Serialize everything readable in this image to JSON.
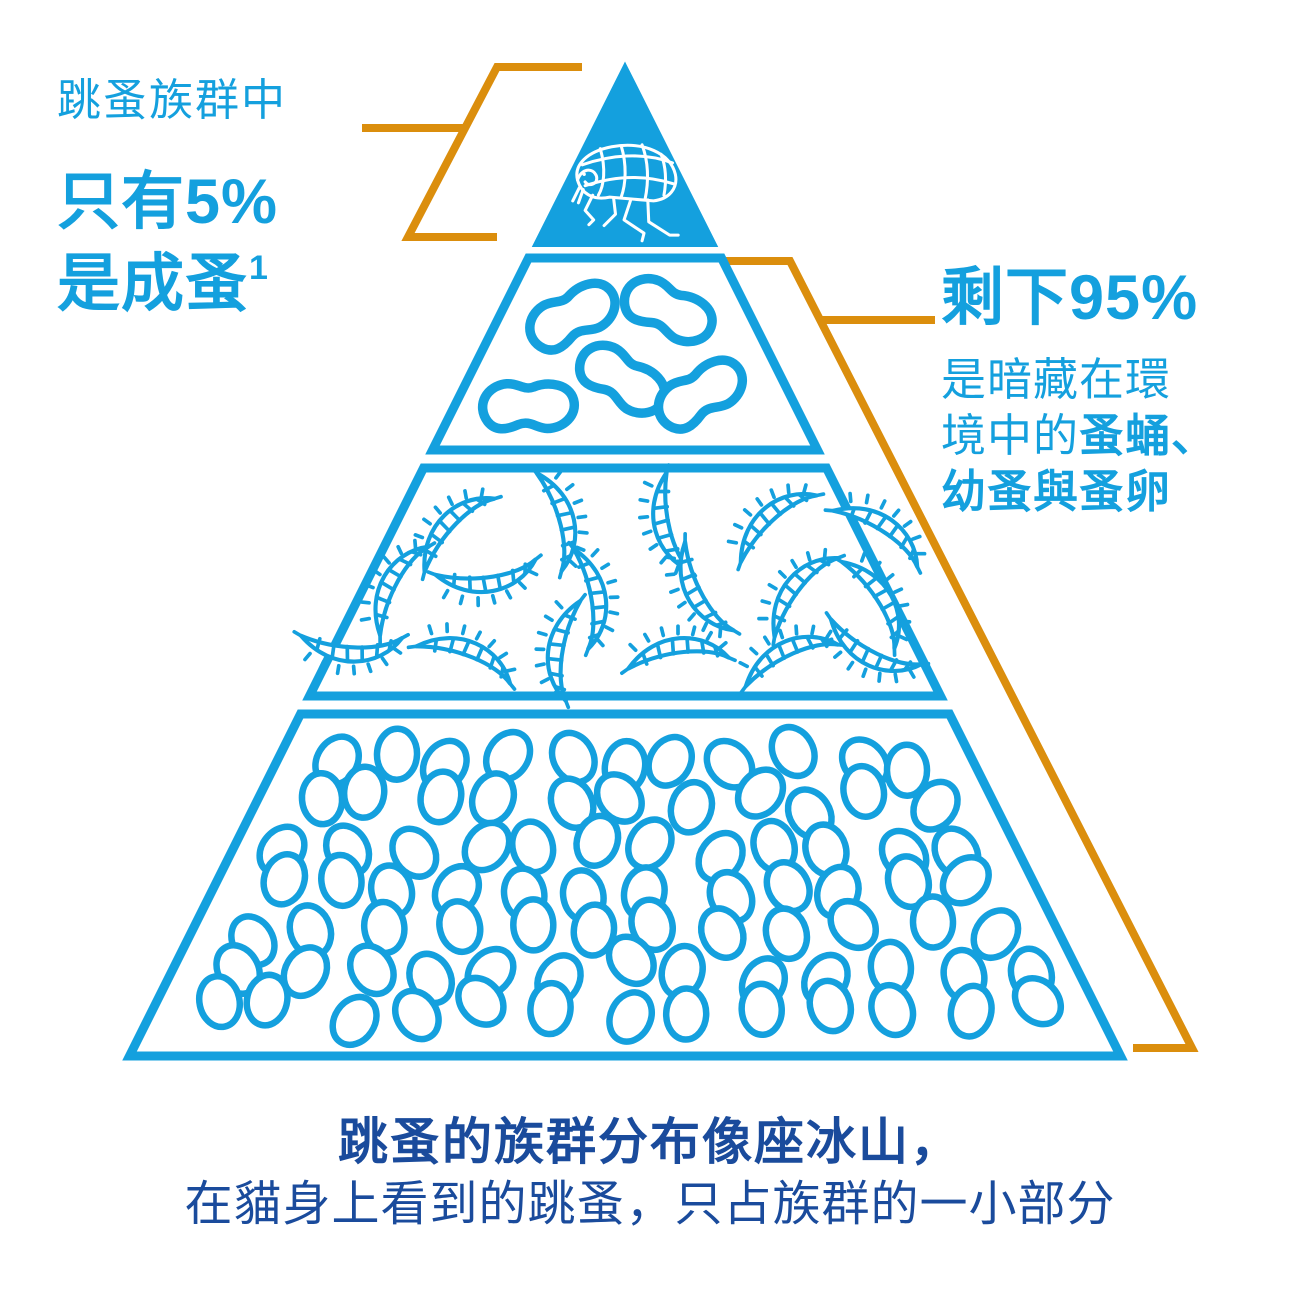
{
  "colors": {
    "blue": "#14A0DE",
    "navy": "#1A4B9C",
    "orange": "#DB8E0D",
    "white": "#FFFFFF"
  },
  "left_callout": {
    "intro": "跳蚤族群中",
    "stat": "只有5%",
    "stat_line2": "是成蚤",
    "footnote_marker": "1"
  },
  "right_callout": {
    "stat": "剩下95%",
    "desc_line1": "是暗藏在環",
    "desc_line2_normal": "境中的",
    "desc_line2_bold": "蚤蛹、",
    "desc_line3_bold": "幼蚤與蚤卵"
  },
  "caption": {
    "line1": "跳蚤的族群分布像座冰山，",
    "line2": "在貓身上看到的跳蚤，只占族群的一小部分"
  },
  "pyramid": {
    "tiers": [
      {
        "name": "adult-fleas",
        "icon": "flea-icon",
        "count": 1
      },
      {
        "name": "pupae",
        "icon": "pupa-icon",
        "count": 5
      },
      {
        "name": "larvae",
        "icon": "larva-icon",
        "count": 17
      },
      {
        "name": "eggs",
        "icon": "egg-icon",
        "count": 84
      }
    ]
  }
}
